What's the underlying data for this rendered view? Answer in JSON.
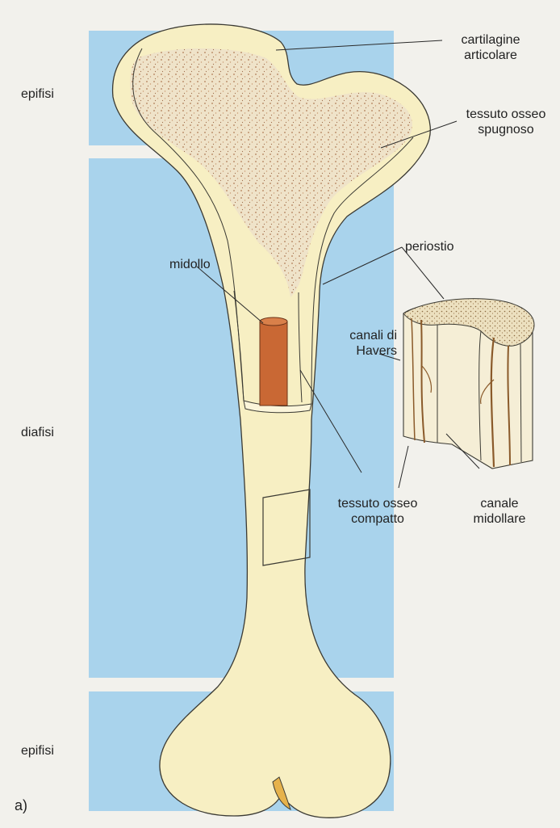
{
  "diagram": {
    "regions": {
      "epiphysis_top": "epifisi",
      "diaphysis": "diafisi",
      "epiphysis_bottom": "epifisi"
    },
    "labels": {
      "articular_cartilage": [
        "cartilagine",
        "articolare"
      ],
      "spongy_bone": [
        "tessuto osseo",
        "spugnoso"
      ],
      "marrow": "midollo",
      "periosteum": "periostio",
      "haversian_canals": [
        "canali di",
        "Havers"
      ],
      "compact_bone": [
        "tessuto osseo",
        "compatto"
      ],
      "medullary_canal": [
        "canale",
        "midollare"
      ]
    },
    "panel_letter": "a)"
  }
}
